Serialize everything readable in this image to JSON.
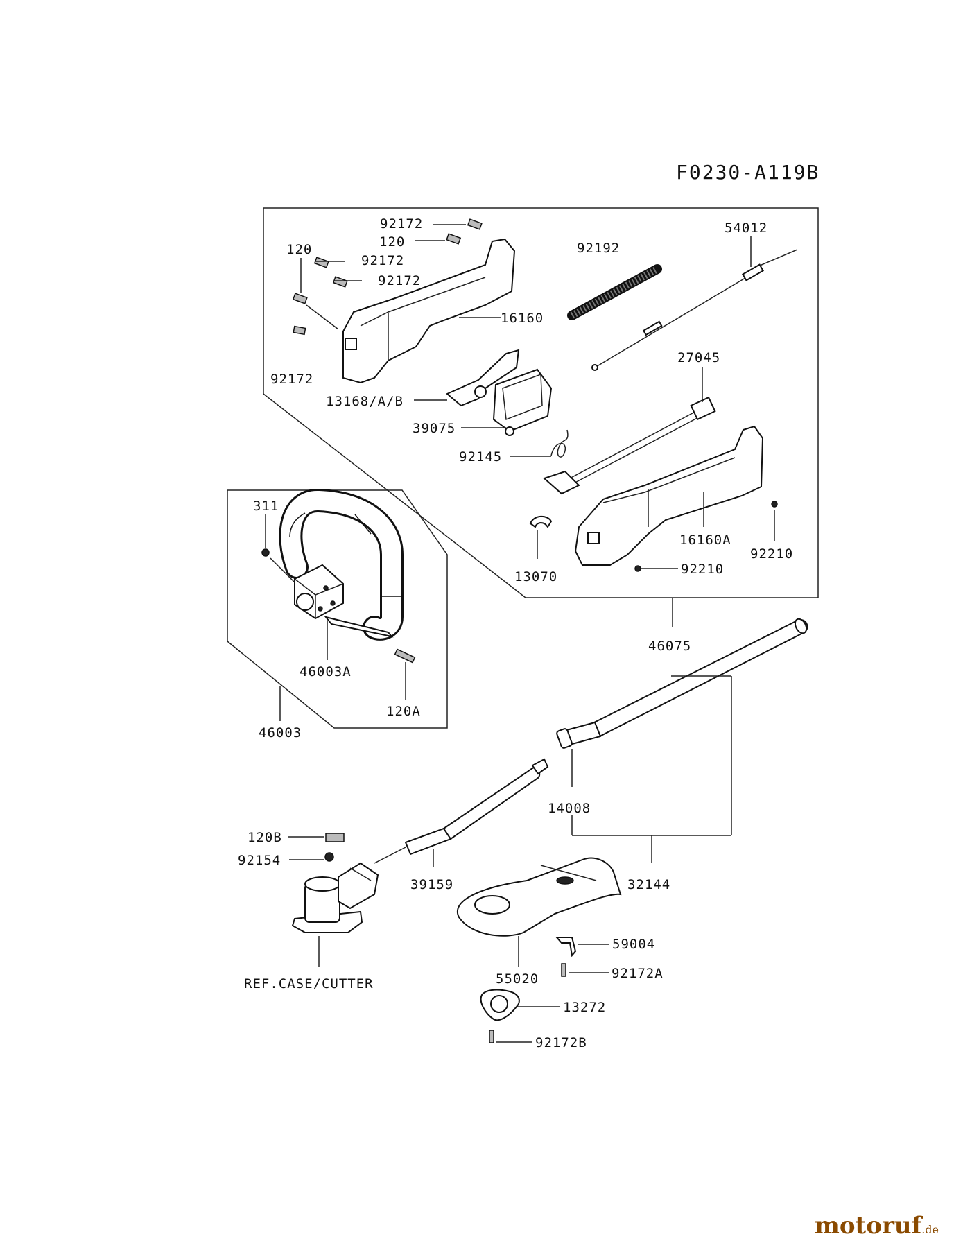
{
  "diagram_code": "F0230-A119B",
  "labels": {
    "p92172_a": "92172",
    "p120_a": "120",
    "p120_b": "120",
    "p92172_b": "92172",
    "p92172_c": "92172",
    "p92172_d": "92172",
    "p16160": "16160",
    "p92192": "92192",
    "p54012": "54012",
    "p27045": "27045",
    "p13168": "13168/A/B",
    "p39075": "39075",
    "p92145": "92145",
    "p311": "311",
    "p16160A": "16160A",
    "p92210_a": "92210",
    "p92210_b": "92210",
    "p13070": "13070",
    "p46075": "46075",
    "p46003A": "46003A",
    "p120A": "120A",
    "p46003": "46003",
    "p14008": "14008",
    "p120B": "120B",
    "p92154": "92154",
    "p39159": "39159",
    "p32144": "32144",
    "p59004": "59004",
    "p55020": "55020",
    "p92172A": "92172A",
    "ref_case": "REF.CASE/CUTTER",
    "p13272": "13272",
    "p92172B": "92172B"
  },
  "watermark": {
    "main": "motoruf",
    "suffix": ".de"
  }
}
